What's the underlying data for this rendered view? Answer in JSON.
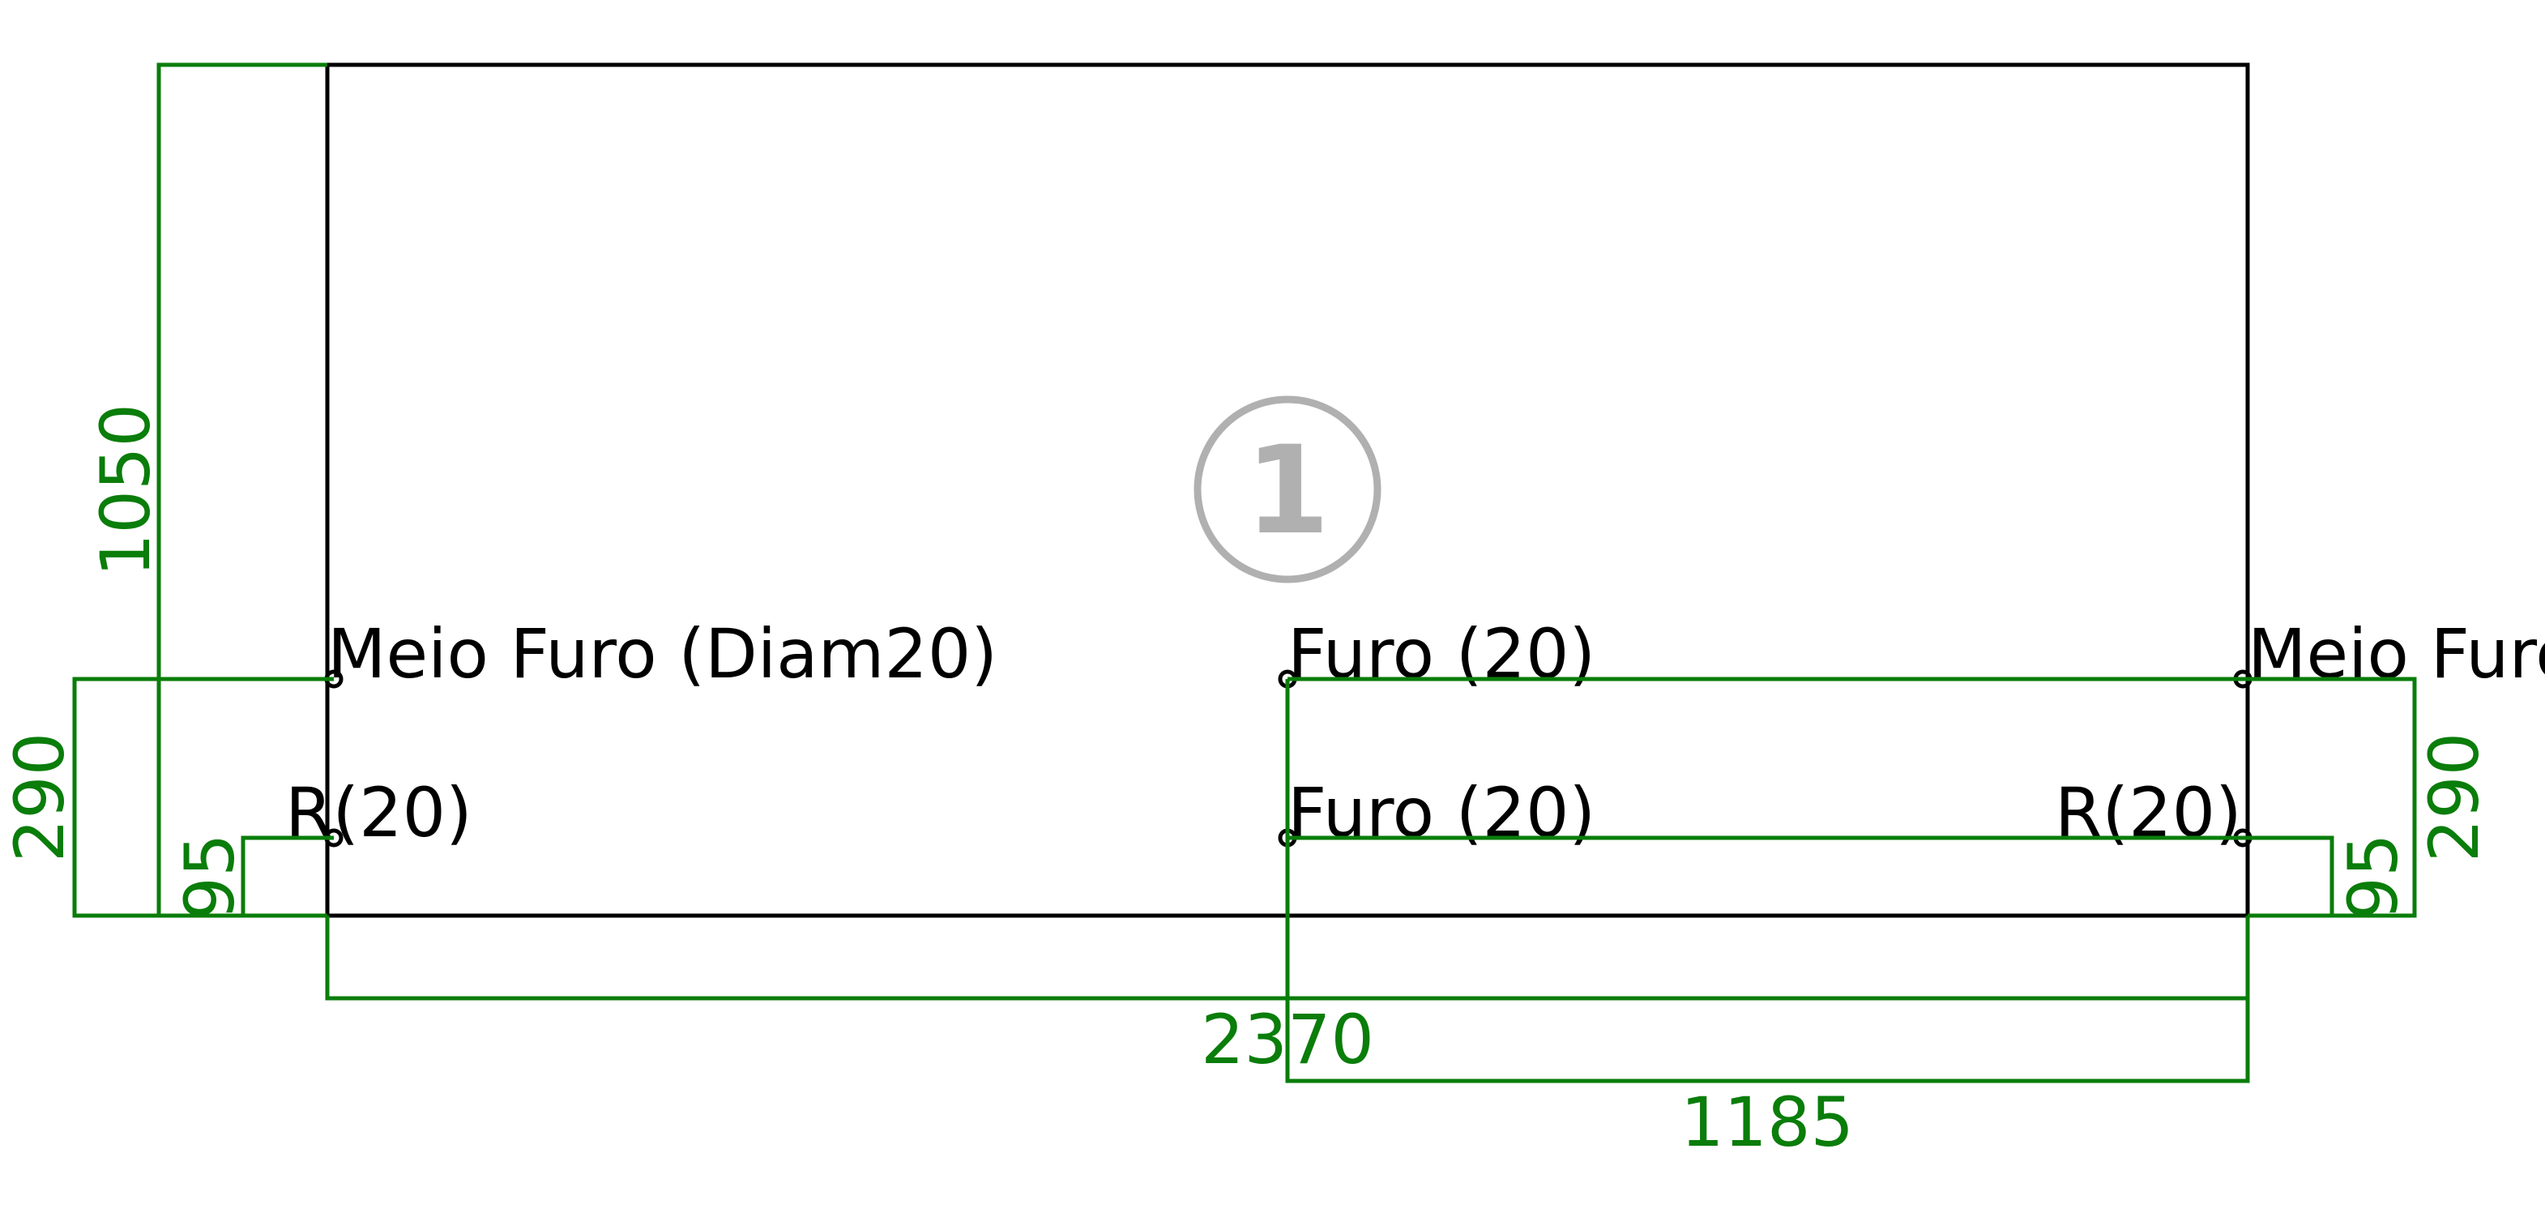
{
  "panel": {
    "id_label": "1",
    "colors": {
      "outline": "#000000",
      "dimension": "#0a7d0a",
      "badge": "#b0b0b0"
    }
  },
  "labels": {
    "half_hole_left": "Meio Furo (Diam20)",
    "half_hole_right": "Meio Furo",
    "hole_top": "Furo (20)",
    "hole_bottom": "Furo (20)",
    "radius_left": "R(20)",
    "radius_right": "R(20)"
  },
  "dimensions": {
    "total_width": "2370",
    "half_width": "1185",
    "height": "1050",
    "hole_offset_left": "290",
    "hole_offset_right": "290",
    "radius_offset_left": "95",
    "radius_offset_right": "95"
  }
}
